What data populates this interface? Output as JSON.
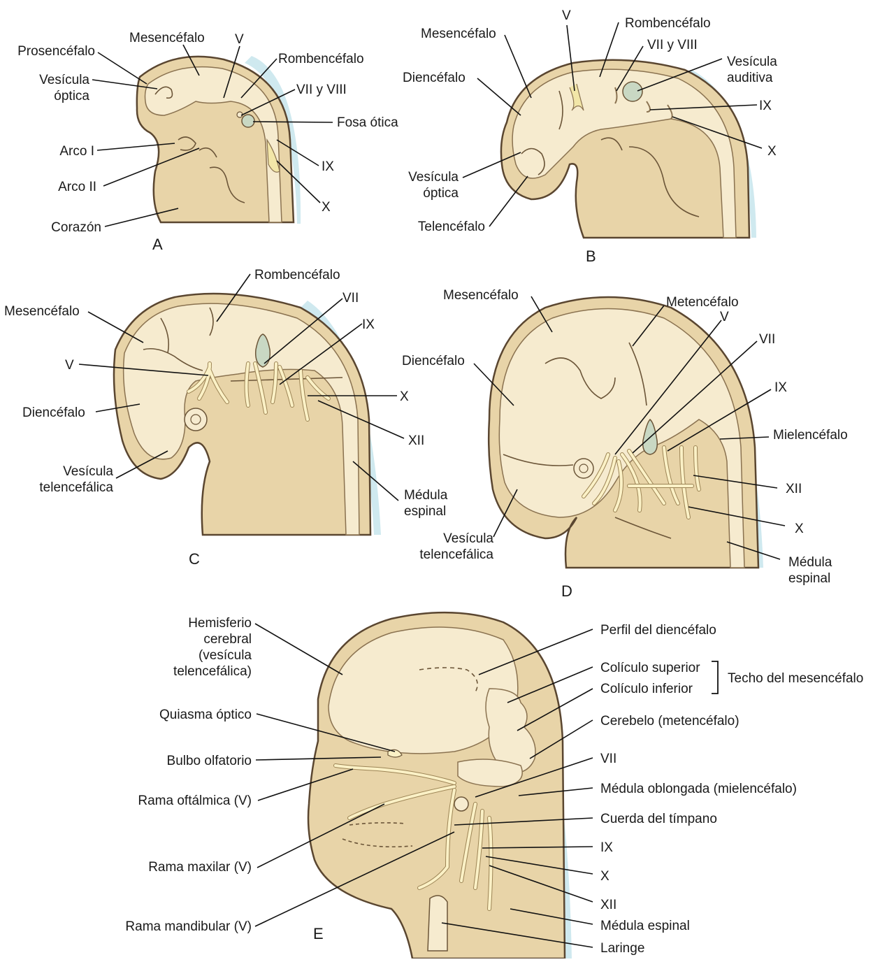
{
  "panels": {
    "A": {
      "letter": "A",
      "labels": {
        "prosencefalo": "Prosencéfalo",
        "vesicula_optica_1": "Vesícula",
        "vesicula_optica_2": "óptica",
        "arco_i": "Arco I",
        "arco_ii": "Arco II",
        "corazon": "Corazón",
        "mesencefalo": "Mesencéfalo",
        "v": "V",
        "rombencefalo": "Rombencéfalo",
        "vii_viii": "VII y VIII",
        "fosa_otica": "Fosa ótica",
        "ix": "IX",
        "x": "X"
      }
    },
    "B": {
      "letter": "B",
      "labels": {
        "mesencefalo": "Mesencéfalo",
        "diencefalo": "Diencéfalo",
        "vesicula_optica_1": "Vesícula",
        "vesicula_optica_2": "óptica",
        "telencefalo": "Telencéfalo",
        "v": "V",
        "rombencefalo": "Rombencéfalo",
        "vii_viii": "VII y VIII",
        "vesicula_auditiva_1": "Vesícula",
        "vesicula_auditiva_2": "auditiva",
        "ix": "IX",
        "x": "X"
      }
    },
    "C": {
      "letter": "C",
      "labels": {
        "rombencefalo": "Rombencéfalo",
        "mesencefalo": "Mesencéfalo",
        "vii": "VII",
        "ix": "IX",
        "v": "V",
        "x": "X",
        "diencefalo": "Diencéfalo",
        "xii": "XII",
        "vesicula_tel_1": "Vesícula",
        "vesicula_tel_2": "telencefálica",
        "medula_1": "Médula",
        "medula_2": "espinal"
      }
    },
    "D": {
      "letter": "D",
      "labels": {
        "mesencefalo": "Mesencéfalo",
        "metencefalo": "Metencéfalo",
        "v": "V",
        "vii": "VII",
        "diencefalo": "Diencéfalo",
        "ix": "IX",
        "mielencefalo": "Mielencéfalo",
        "xii": "XII",
        "x": "X",
        "vesicula_tel_1": "Vesícula",
        "vesicula_tel_2": "telencefálica",
        "medula_1": "Médula",
        "medula_2": "espinal"
      }
    },
    "E": {
      "letter": "E",
      "labels": {
        "hemisferio_1": "Hemisferio",
        "hemisferio_2": "cerebral",
        "hemisferio_3": "(vesícula",
        "hemisferio_4": "telencefálica)",
        "quiasma": "Quiasma óptico",
        "bulbo": "Bulbo olfatorio",
        "oftalmica": "Rama oftálmica (V)",
        "maxilar": "Rama maxilar (V)",
        "mandibular": "Rama mandibular (V)",
        "perfil_diencefalo": "Perfil del diencéfalo",
        "coliculo_superior": "Colículo superior",
        "coliculo_inferior": "Colículo inferior",
        "techo_mesencefalo": "Techo del mesencéfalo",
        "cerebelo": "Cerebelo (metencéfalo)",
        "vii": "VII",
        "medula_oblongada": "Médula oblongada (mielencéfalo)",
        "cuerda_timpano": "Cuerda del tímpano",
        "ix": "IX",
        "x": "X",
        "xii": "XII",
        "medula_espinal": "Médula espinal",
        "laringe": "Laringe"
      }
    }
  }
}
